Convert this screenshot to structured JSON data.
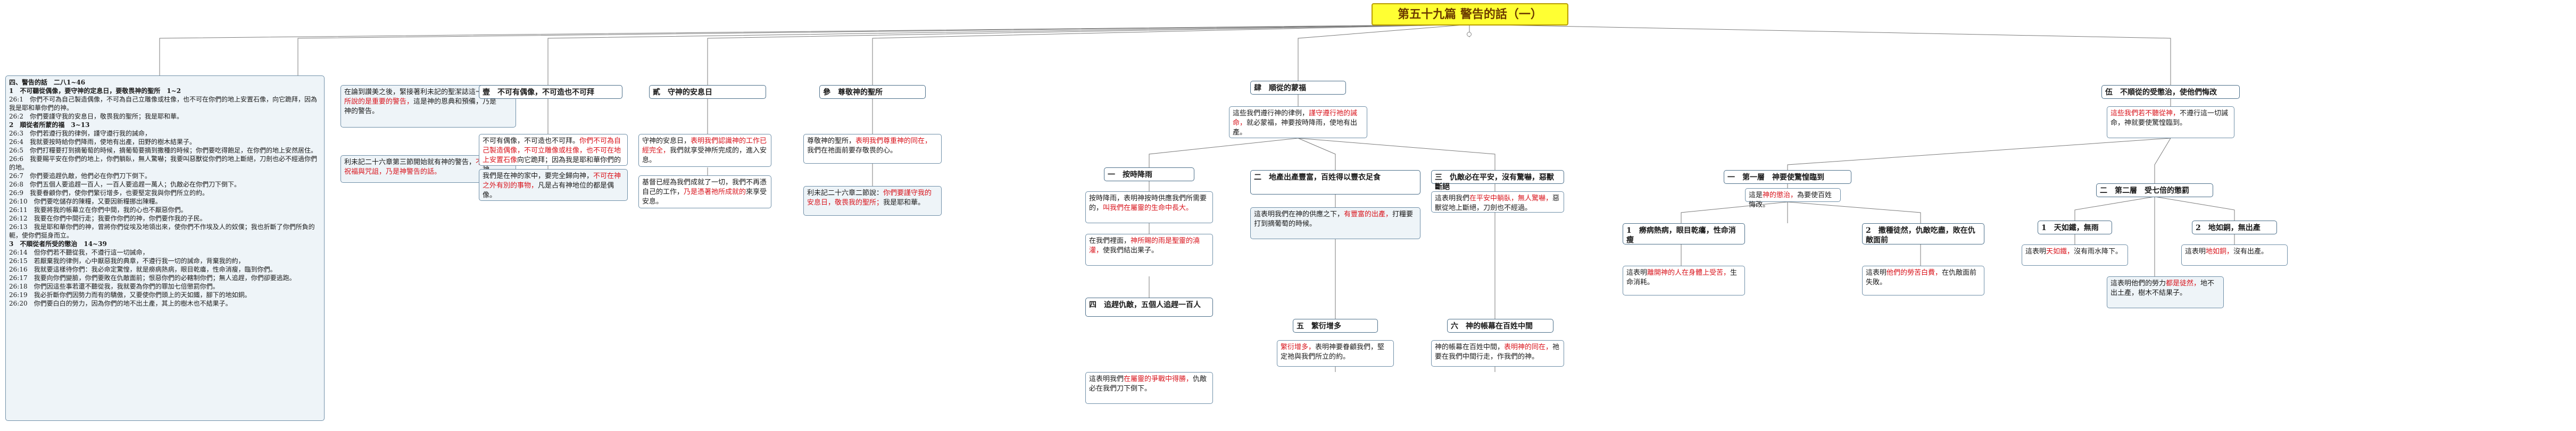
{
  "root": {
    "title": "第五十九篇 警告的話（一）"
  },
  "left_panel": {
    "title": "四、警告的話　二八1~46",
    "lines": [
      {
        "t": "1　不可聽從偶像，要守神的定息日，要敬畏神的聖所　1~2",
        "bold": true
      },
      {
        "t": "26:1　你們不可為自己製造偶像，不可為自己立雕像或柱像，也不可在你們的地上安置石像，向它跪拜，因為我是耶和華你們的神。"
      },
      {
        "t": "26:2　你們要謹守我的安息日，敬畏我的聖所；我是耶和華。"
      },
      {
        "t": "2　順從者所蒙的福　3~13",
        "bold": true
      },
      {
        "t": "26:3　你們若遵行我的律例，謹守遵行我的誡命，"
      },
      {
        "t": "26:4　我就要按時給你們降雨，使地有出產，田野的樹木結果子。"
      },
      {
        "t": "26:5　你們打糧要打到摘葡萄的時候，摘葡萄要摘到撒種的時候；你們要吃得飽足，在你們的地上安然居住。"
      },
      {
        "t": "26:6　我要賜平安在你們的地上，你們躺臥，無人驚嚇；我要叫惡獸從你們的地上斷絕，刀劍也必不經過你們的地。"
      },
      {
        "t": "26:7　你們要追趕仇敵，他們必在你們刀下倒下。"
      },
      {
        "t": "26:8　你們五個人要追趕一百人，一百人要追趕一萬人；仇敵必在你們刀下倒下。"
      },
      {
        "t": "26:9　我要眷顧你們，使你們繁衍增多，也要堅定我與你們所立的約。"
      },
      {
        "t": "26:10　你們要吃儲存的陳糧，又要因新糧挪出陳糧。"
      },
      {
        "t": "26:11　我要將我的帳幕立在你們中間，我的心也不厭惡你們。"
      },
      {
        "t": "26:12　我要在你們中間行走；我要作你們的神，你們要作我的子民。"
      },
      {
        "t": "26:13　我是耶和華你們的神，曾將你們從埃及地領出來，使你們不作埃及人的奴僕；我也折斷了你們所負的軛，使你們挺身而立。"
      },
      {
        "t": "3　不順從者所受的懲治　14~39",
        "bold": true
      },
      {
        "t": "26:14　但你們若不聽從我，不遵行這一切誡命，"
      },
      {
        "t": "26:15　若厭棄我的律例，心中厭惡我的典章，不遵行我一切的誡命，背棄我的約，"
      },
      {
        "t": "26:16　我就要這樣待你們：我必命定驚惶，就是癆病熱病，眼目乾癟，性命消瘦，臨到你們。"
      },
      {
        "t": "26:17　我要向你們變臉，你們要敗在仇敵面前；恨惡你們的必轄制你們；無人追趕，你們卻要逃跑。"
      },
      {
        "t": "26:18　你們因這些事若還不聽從我，我就要為你們的罪加七倍懲罰你們。"
      },
      {
        "t": "26:19　我必折斷你們因勢力而有的驕傲，又要使你們頭上的天如鐵，腳下的地如銅。"
      },
      {
        "t": "26:20　你們要白白的勞力，因為你們的地不出土產，其上的樹木也不結果子。"
      }
    ]
  },
  "intro_note": {
    "lines": [
      [
        {
          "t": "在論到讚美之後，緊接著利未記的聖潔誌這一章，",
          "c": "blk"
        },
        {
          "t": "這裡所說的是重要的警告，",
          "c": "red"
        },
        {
          "t": "這是神的恩典和預備，乃是",
          "c": "blk"
        }
      ],
      [
        {
          "t": "神的警告。",
          "c": "blk"
        }
      ]
    ]
  },
  "intro_note2": {
    "lines": [
      [
        {
          "t": "利未記二十六章第三節開始就有神的警告，",
          "c": "blk"
        },
        {
          "t": "不可勝量的祝福與咒詛，乃是神警告的話。",
          "c": "red"
        }
      ]
    ]
  },
  "branches": {
    "b1": {
      "label": "壹　不可有偶像，不可造也不可拜"
    },
    "b1_note": {
      "lines": [
        [
          {
            "t": "不可有偶像，不可造也不可拜。",
            "c": "blk"
          },
          {
            "t": "你們不可為自己製造偶像，不可立雕像或柱像，也不可在地上安置石像",
            "c": "red"
          },
          {
            "t": "向它跪拜；因為我是耶和華你們的神。",
            "c": "blk"
          }
        ]
      ]
    },
    "b1_note2": {
      "lines": [
        [
          {
            "t": "我們是在神的家中，要完全歸向神，",
            "c": "blk"
          },
          {
            "t": "不可在神之外有別的事物，",
            "c": "red"
          },
          {
            "t": "凡是占有神地位的都是偶像。",
            "c": "blk"
          }
        ]
      ]
    },
    "b2": {
      "label": "貳　守神的安息日"
    },
    "b2_note": {
      "lines": [
        [
          {
            "t": "守神的安息日，",
            "c": "blk"
          },
          {
            "t": "表明我們認識神的工作已經完全，",
            "c": "red"
          },
          {
            "t": "我們就享受神所完成的，進入安息。",
            "c": "blk"
          }
        ]
      ]
    },
    "b2_note2": {
      "lines": [
        [
          {
            "t": "基督已經為我們成就了一切，我們不再憑自己的工作，",
            "c": "blk"
          },
          {
            "t": "乃是憑著祂所成就的",
            "c": "red"
          },
          {
            "t": "來享受安息。",
            "c": "blk"
          }
        ]
      ]
    },
    "b3": {
      "label": "參　尊敬神的聖所"
    },
    "b3_note": {
      "lines": [
        [
          {
            "t": "尊敬神的聖所，",
            "c": "blk"
          },
          {
            "t": "表明我們尊重神的同在，",
            "c": "red"
          },
          {
            "t": "我們在祂面前要存敬畏的心。",
            "c": "blk"
          }
        ]
      ]
    },
    "b3_note2": {
      "lines": [
        [
          {
            "t": "利未記二十六章二節說：",
            "c": "blk"
          },
          {
            "t": "你們要謹守我的安息日，敬畏我的聖所；",
            "c": "red"
          },
          {
            "t": "我是耶和華。",
            "c": "blk"
          }
        ]
      ]
    },
    "b4": {
      "label": "肆　順從的蒙福"
    },
    "b4_note": {
      "lines": [
        [
          {
            "t": "這些我們遵行神的律例，",
            "c": "blk"
          },
          {
            "t": "謹守遵行祂的誡命，",
            "c": "red"
          },
          {
            "t": "就必蒙福，神要按時降雨，使地有出產。",
            "c": "blk"
          }
        ]
      ]
    },
    "b4a": {
      "label": "一　按時降雨"
    },
    "b4a_note": {
      "lines": [
        [
          {
            "t": "按時降雨，表明神按時供應我們所需要的，",
            "c": "blk"
          },
          {
            "t": "叫我們在屬靈的生命中長大。",
            "c": "red"
          }
        ]
      ]
    },
    "b4a_note2": {
      "lines": [
        [
          {
            "t": "在我們裡面，",
            "c": "blk"
          },
          {
            "t": "神所賜的雨是聖靈的澆灌，",
            "c": "red"
          },
          {
            "t": "使我們結出果子。",
            "c": "blk"
          }
        ]
      ]
    },
    "b4b": {
      "label": "二　地產出產豐富，百姓得以豐衣足食"
    },
    "b4b_note": {
      "lines": [
        [
          {
            "t": "這表明我們在神的供應之下，",
            "c": "blk"
          },
          {
            "t": "有豐富的出產，",
            "c": "red"
          },
          {
            "t": "打糧要打到摘葡萄的時候。",
            "c": "blk"
          }
        ]
      ]
    },
    "b4c": {
      "label": "三　仇敵必在平安，沒有驚嚇，惡獸斷絕"
    },
    "b4c_note": {
      "lines": [
        [
          {
            "t": "這表明我們",
            "c": "blk"
          },
          {
            "t": "在平安中躺臥，無人驚嚇，",
            "c": "red"
          },
          {
            "t": "惡獸從地上斷絕，刀劍也不經過。",
            "c": "blk"
          }
        ]
      ]
    },
    "b4d": {
      "label": "四　追趕仇敵，五個人追趕一百人"
    },
    "b4d_note": {
      "lines": [
        [
          {
            "t": "這表明我們",
            "c": "blk"
          },
          {
            "t": "在屬靈的爭戰中得勝，",
            "c": "red"
          },
          {
            "t": "仇敵必在我們刀下倒下。",
            "c": "blk"
          }
        ]
      ]
    },
    "b4e": {
      "label": "五　繁衍增多"
    },
    "b4e_note": {
      "lines": [
        [
          {
            "t": "繁衍增多，",
            "c": "red"
          },
          {
            "t": "表明神要眷顧我們，",
            "c": "blk"
          },
          {
            "t": "堅定祂與我們所立的約。",
            "c": "blk"
          }
        ]
      ]
    },
    "b4f": {
      "label": "六　神的帳幕在百姓中間"
    },
    "b4f_note": {
      "lines": [
        [
          {
            "t": "神的帳幕在百姓中間，",
            "c": "blk"
          },
          {
            "t": "表明神的同在，",
            "c": "red"
          },
          {
            "t": "祂要在我們中間行走，作我們的神。",
            "c": "blk"
          }
        ]
      ]
    },
    "b5": {
      "label": "伍　不順從的受懲治，使他們悔改"
    },
    "b5_note": {
      "lines": [
        [
          {
            "t": "這些我們若不聽從神，",
            "c": "red"
          },
          {
            "t": "不遵行這一切誡命，",
            "c": "blk"
          },
          {
            "t": "神就要使驚惶臨到。",
            "c": "blk"
          }
        ]
      ]
    },
    "b5a": {
      "label": "一　第一層　神要使驚惶臨到"
    },
    "b5a_note": {
      "lines": [
        [
          {
            "t": "這是",
            "c": "blk"
          },
          {
            "t": "神的懲治，",
            "c": "red"
          },
          {
            "t": "為要使百姓悔改。",
            "c": "blk"
          }
        ]
      ]
    },
    "b5a1": {
      "label": "1　癆病熱病，眼目乾癟，性命消瘦"
    },
    "b5a1_note": {
      "lines": [
        [
          {
            "t": "這表明",
            "c": "blk"
          },
          {
            "t": "離開神的人在身體上受苦，",
            "c": "red"
          },
          {
            "t": "生命消耗。",
            "c": "blk"
          }
        ]
      ]
    },
    "b5a2": {
      "label": "2　撒種徒然，仇敵吃盡，敗在仇敵面前"
    },
    "b5a2_note": {
      "lines": [
        [
          {
            "t": "這表明",
            "c": "blk"
          },
          {
            "t": "他們的勞苦白費，",
            "c": "red"
          },
          {
            "t": "在仇敵面前失敗。",
            "c": "blk"
          }
        ]
      ]
    },
    "b5b": {
      "label": "二　第二層　受七倍的懲罰"
    },
    "b5b1": {
      "label": "1　天如鐵，無雨"
    },
    "b5b1_note": {
      "lines": [
        [
          {
            "t": "這表明",
            "c": "blk"
          },
          {
            "t": "天如鐵，",
            "c": "red"
          },
          {
            "t": "沒有雨水降下。",
            "c": "blk"
          }
        ]
      ]
    },
    "b5b2": {
      "label": "2　地如銅，無出產"
    },
    "b5b2_note": {
      "lines": [
        [
          {
            "t": "這表明",
            "c": "blk"
          },
          {
            "t": "地如銅，",
            "c": "red"
          },
          {
            "t": "沒有出產。",
            "c": "blk"
          }
        ]
      ]
    },
    "b5b_note": {
      "lines": [
        [
          {
            "t": "這表明他們的勞力",
            "c": "blk"
          },
          {
            "t": "都是徒然，",
            "c": "red"
          },
          {
            "t": "地不出土產，樹木不結果子。",
            "c": "blk"
          }
        ]
      ]
    }
  }
}
